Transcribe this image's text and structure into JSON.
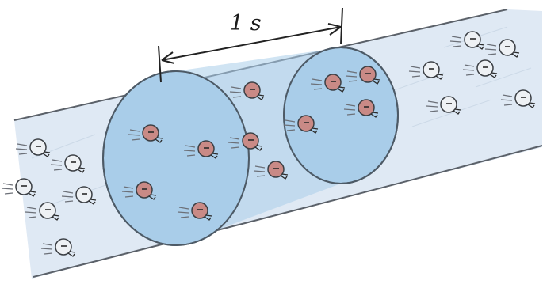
{
  "diagram": {
    "interval_label": "1 s",
    "wire_fill": "#dfe9f4",
    "wire_stroke": "#5b6169",
    "slice_fill": "#a9cde9",
    "slice_stroke": "#4d5a66",
    "charge_inside_color": "#c98a86",
    "charge_outside_color": "#eef1f4",
    "charge_stroke": "#3b3f44",
    "inside_charge_count": 11,
    "outside_charge_count": 12
  }
}
